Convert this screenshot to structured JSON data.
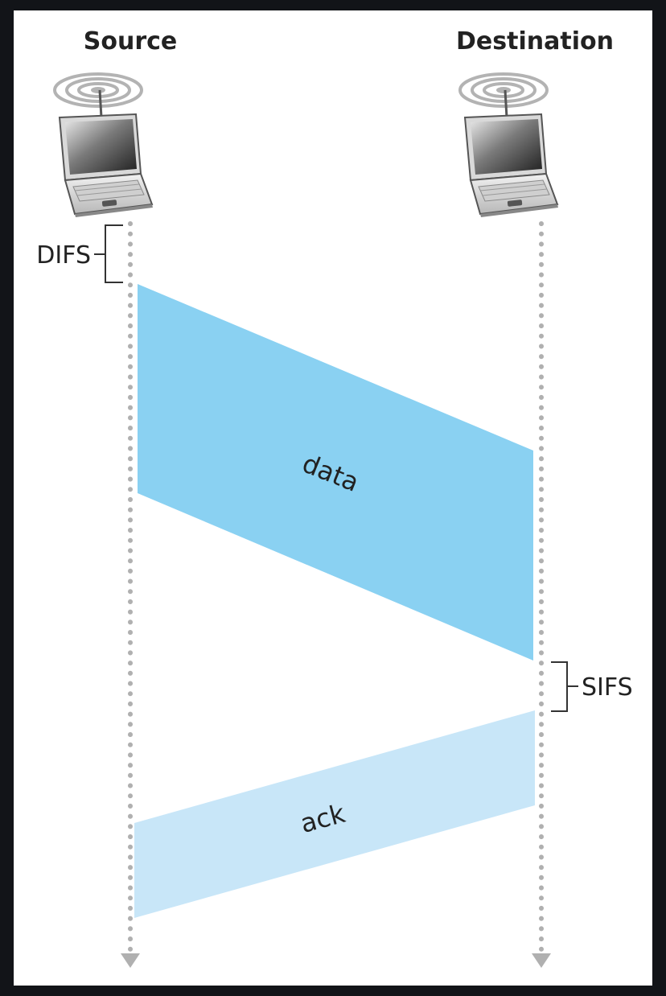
{
  "diagram": {
    "source_label": "Source",
    "destination_label": "Destination",
    "difs_label": "DIFS",
    "sifs_label": "SIFS",
    "data_label": "data",
    "ack_label": "ack",
    "colors": {
      "data_frame": "#8ad1f2",
      "ack_frame": "#c8e6f8",
      "timeline": "#b0b0b0",
      "bracket": "#333333"
    },
    "icons": {
      "source": "wireless-laptop-icon",
      "destination": "wireless-laptop-icon"
    }
  }
}
